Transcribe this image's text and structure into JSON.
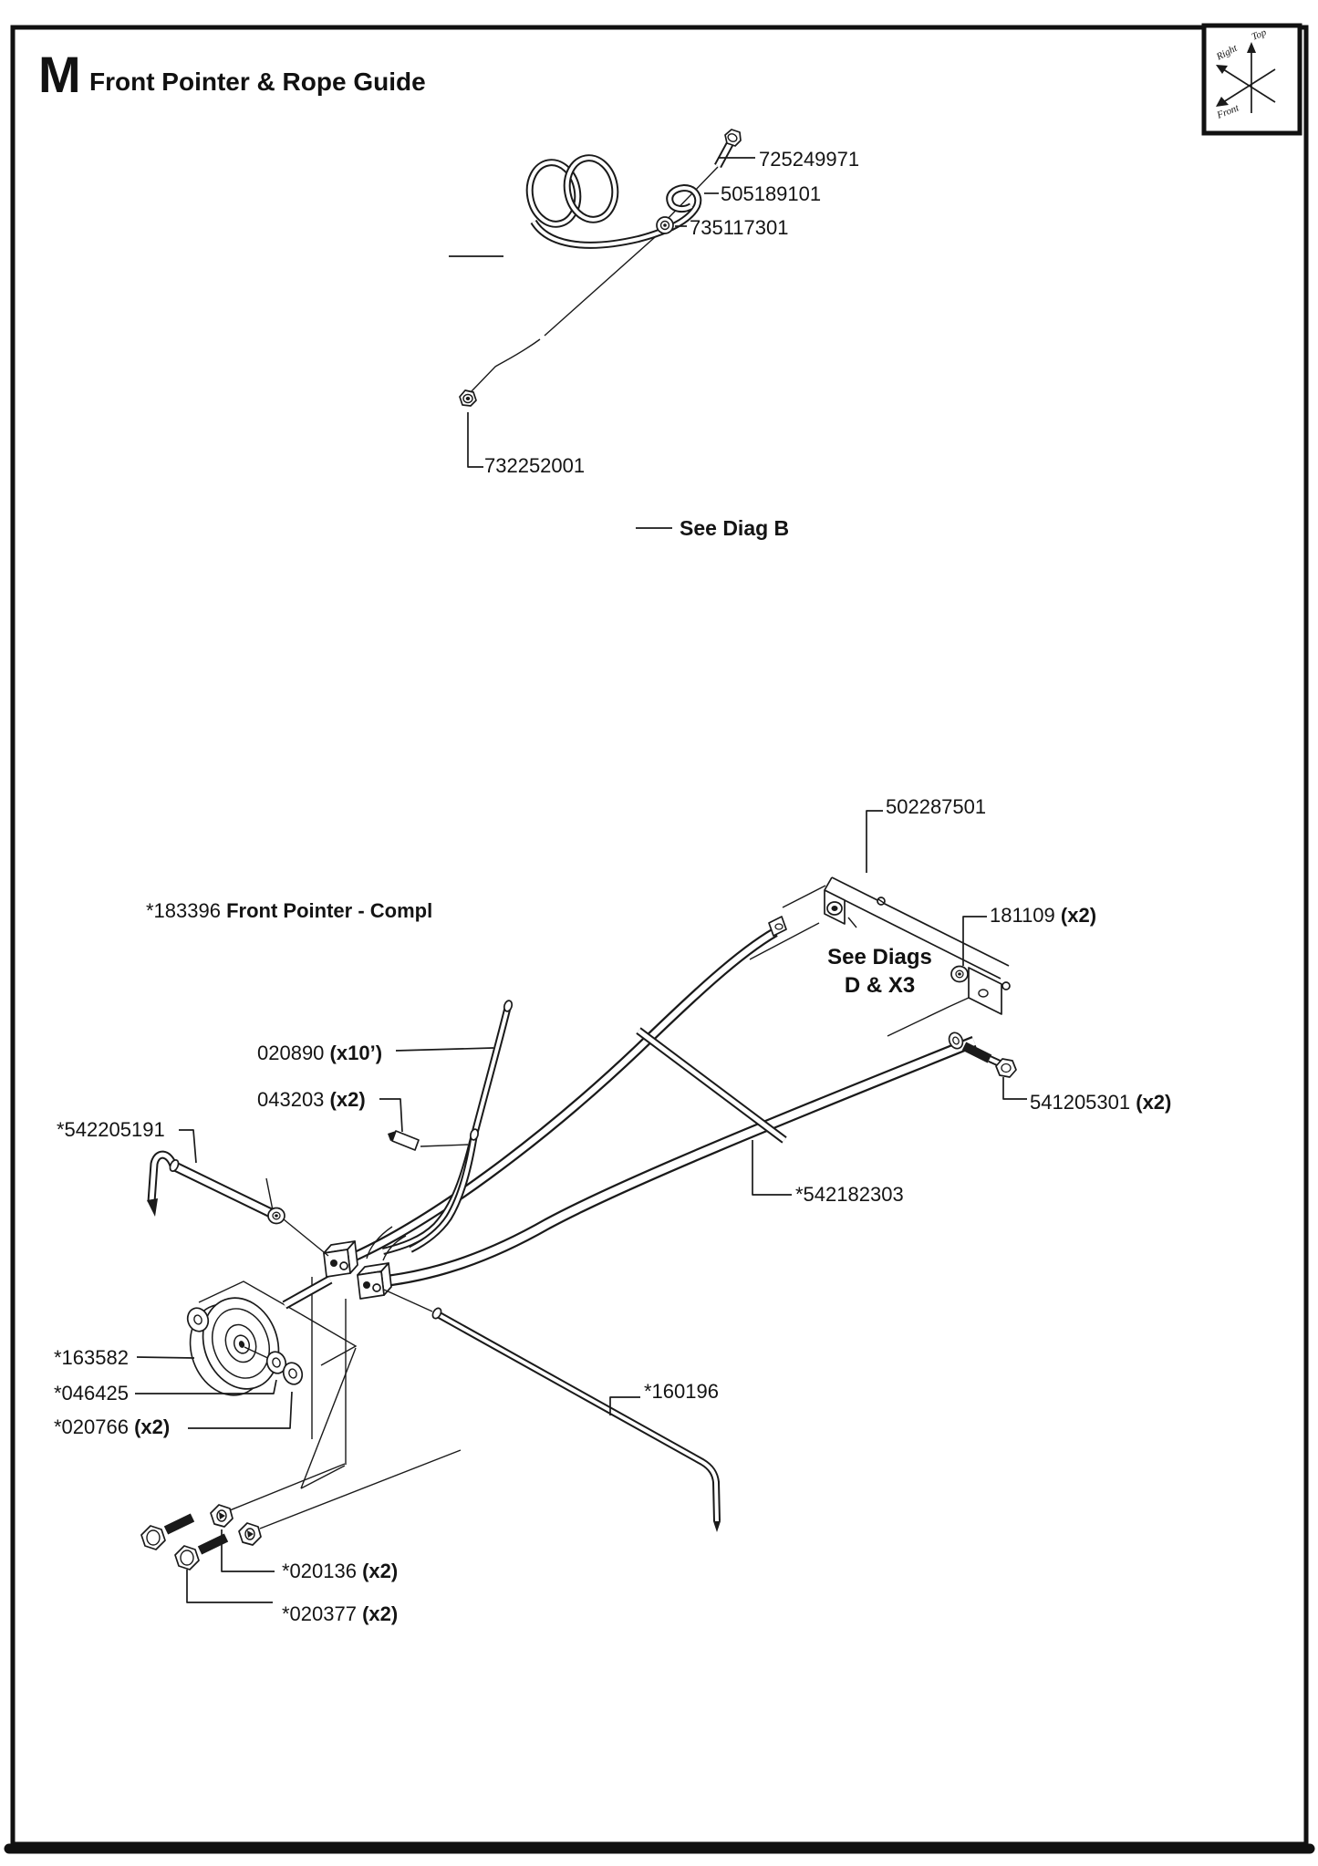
{
  "page": {
    "letter": "M",
    "title": "Front Pointer & Rope Guide"
  },
  "orientation": {
    "top": "Top",
    "right": "Right",
    "front": "Front"
  },
  "labels": {
    "p725249971": {
      "num": "725249971"
    },
    "p505189101": {
      "num": "505189101"
    },
    "p735117301": {
      "num": "735117301"
    },
    "p732252001": {
      "num": "732252001"
    },
    "see_diag_b": {
      "text": "See Diag B"
    },
    "p502287501": {
      "num": "502287501"
    },
    "p183396": {
      "num": "*183396",
      "name": "Front Pointer - Compl"
    },
    "p181109": {
      "num": "181109",
      "qty": "(x2)"
    },
    "see_diags": {
      "line1": "See Diags",
      "line2": "D & X3"
    },
    "p020890": {
      "num": "020890",
      "qty": "(x10’)"
    },
    "p043203": {
      "num": "043203",
      "qty": "(x2)"
    },
    "p541205301": {
      "num": "541205301",
      "qty": "(x2)"
    },
    "p542205191": {
      "num": "*542205191"
    },
    "p542182303": {
      "num": "*542182303"
    },
    "p163582": {
      "num": "*163582"
    },
    "p046425": {
      "num": "*046425"
    },
    "p020766": {
      "num": "*020766",
      "qty": "(x2)"
    },
    "p160196": {
      "num": "*160196"
    },
    "p020136": {
      "num": "*020136",
      "qty": "(x2)"
    },
    "p020377": {
      "num": "*020377",
      "qty": "(x2)"
    }
  }
}
